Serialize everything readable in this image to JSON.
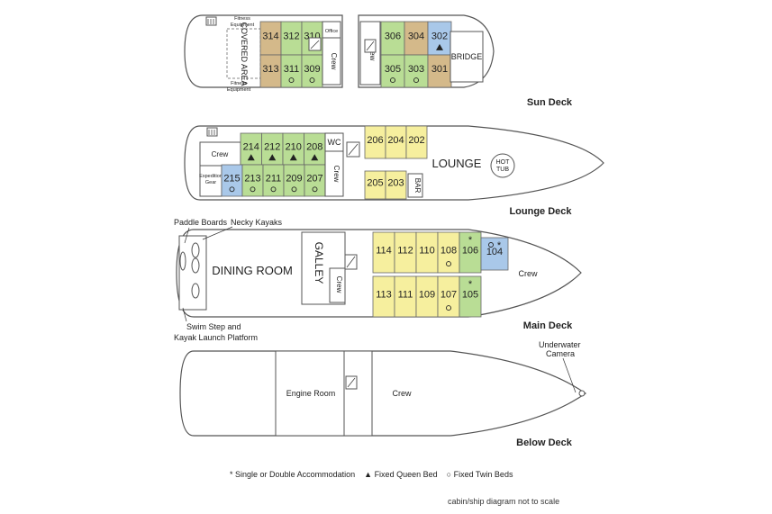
{
  "decks": {
    "sun": {
      "title": "Sun Deck",
      "covered_area": "COVERED AREA",
      "fitness_top": "Fitness Equipment",
      "fitness_bottom": "Fitness Equipment",
      "office": "Office",
      "crew_left": "Crew",
      "crew_right": "Crew",
      "bridge": "BRIDGE",
      "cabins": [
        {
          "num": "314",
          "color": "tan",
          "mark": ""
        },
        {
          "num": "312",
          "color": "green",
          "mark": ""
        },
        {
          "num": "310",
          "color": "green",
          "mark": ""
        },
        {
          "num": "313",
          "color": "tan",
          "mark": ""
        },
        {
          "num": "311",
          "color": "green",
          "mark": "twin"
        },
        {
          "num": "309",
          "color": "green",
          "mark": "twin"
        },
        {
          "num": "306",
          "color": "green",
          "mark": ""
        },
        {
          "num": "304",
          "color": "tan",
          "mark": ""
        },
        {
          "num": "302",
          "color": "blue",
          "mark": "queen"
        },
        {
          "num": "305",
          "color": "green",
          "mark": "twin"
        },
        {
          "num": "303",
          "color": "green",
          "mark": "twin"
        },
        {
          "num": "301",
          "color": "tan",
          "mark": ""
        }
      ]
    },
    "lounge": {
      "title": "Lounge Deck",
      "crew_a": "Crew",
      "crew_b": "Crew",
      "wc": "WC",
      "expedition_gear": "Expedition Gear",
      "lounge": "LOUNGE",
      "hot_tub": "HOT TUB",
      "bar": "BAR",
      "cabins": [
        {
          "num": "214",
          "color": "green",
          "mark": "queen"
        },
        {
          "num": "212",
          "color": "green",
          "mark": "queen"
        },
        {
          "num": "210",
          "color": "green",
          "mark": "queen"
        },
        {
          "num": "208",
          "color": "green",
          "mark": "queen"
        },
        {
          "num": "215",
          "color": "blue",
          "mark": "twin"
        },
        {
          "num": "213",
          "color": "green",
          "mark": "twin"
        },
        {
          "num": "211",
          "color": "green",
          "mark": "twin"
        },
        {
          "num": "209",
          "color": "green",
          "mark": "twin"
        },
        {
          "num": "207",
          "color": "green",
          "mark": "twin"
        },
        {
          "num": "206",
          "color": "yellow",
          "mark": ""
        },
        {
          "num": "204",
          "color": "yellow",
          "mark": ""
        },
        {
          "num": "202",
          "color": "yellow",
          "mark": ""
        },
        {
          "num": "205",
          "color": "yellow",
          "mark": ""
        },
        {
          "num": "203",
          "color": "yellow",
          "mark": ""
        }
      ]
    },
    "main": {
      "title": "Main Deck",
      "dining": "DINING ROOM",
      "galley": "GALLEY",
      "crew_inner": "Crew",
      "crew_bow": "Crew",
      "paddle_boards": "Paddle Boards",
      "necky_kayaks": "Necky Kayaks",
      "swim_step_1": "Swim Step and",
      "swim_step_2": "Kayak Launch Platform",
      "cabins": [
        {
          "num": "114",
          "color": "yellow",
          "mark": ""
        },
        {
          "num": "112",
          "color": "yellow",
          "mark": ""
        },
        {
          "num": "110",
          "color": "yellow",
          "mark": ""
        },
        {
          "num": "108",
          "color": "yellow",
          "mark": "twin"
        },
        {
          "num": "106",
          "color": "green",
          "mark": "single"
        },
        {
          "num": "104",
          "color": "blue",
          "mark": "twin-single"
        },
        {
          "num": "113",
          "color": "yellow",
          "mark": ""
        },
        {
          "num": "111",
          "color": "yellow",
          "mark": ""
        },
        {
          "num": "109",
          "color": "yellow",
          "mark": ""
        },
        {
          "num": "107",
          "color": "yellow",
          "mark": "twin"
        },
        {
          "num": "105",
          "color": "green",
          "mark": "single"
        }
      ]
    },
    "below": {
      "title": "Below Deck",
      "engine_room": "Engine Room",
      "crew": "Crew",
      "underwater_1": "Underwater",
      "underwater_2": "Camera"
    }
  },
  "colors": {
    "tan": "#d4b98a",
    "green": "#b9dd95",
    "blue": "#a9c8e9",
    "yellow": "#f6ef9e"
  },
  "legend": {
    "single": "Single or Double Accommodation",
    "queen": "Fixed Queen Bed",
    "twin": "Fixed Twin Beds"
  },
  "note": "cabin/ship diagram not to scale"
}
